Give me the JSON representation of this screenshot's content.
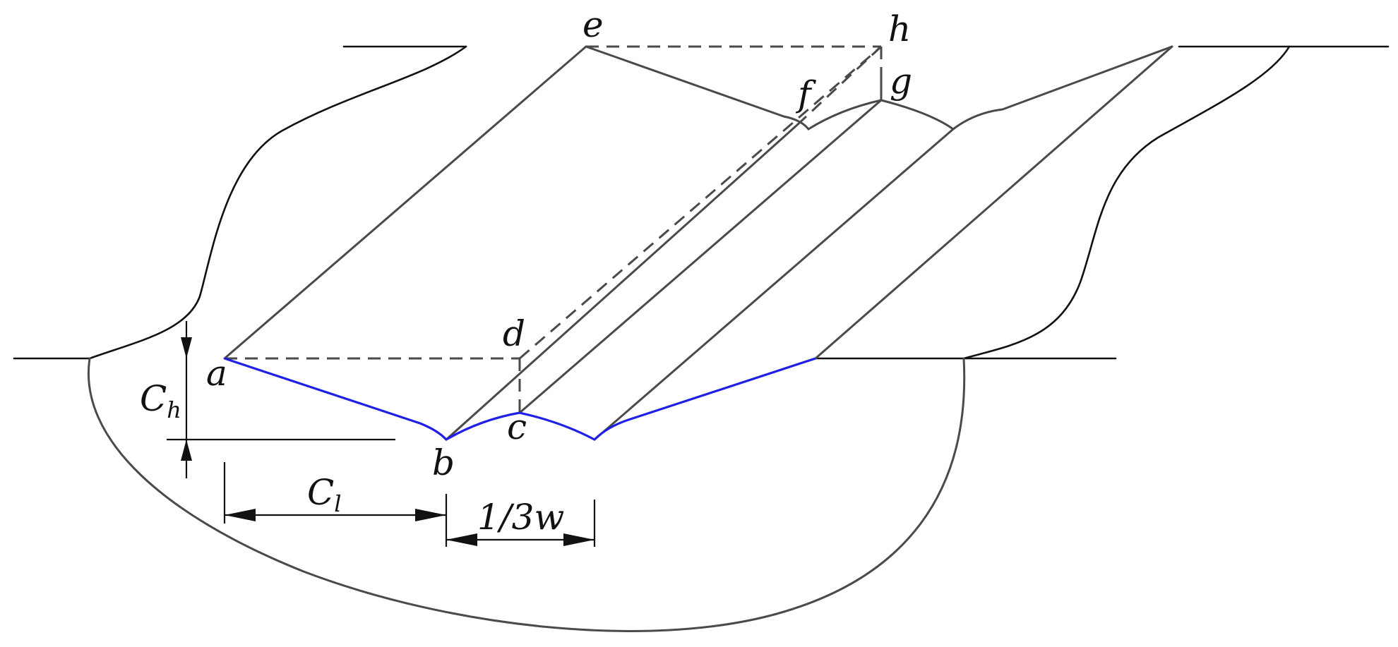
{
  "diagram": {
    "points": {
      "a": "a",
      "b": "b",
      "c": "c",
      "d": "d",
      "e": "e",
      "f": "f",
      "g": "g",
      "h": "h"
    },
    "dimensions": {
      "ch_main": "C",
      "ch_sub": "h",
      "cl_main": "C",
      "cl_sub": "l",
      "width": "1/3w"
    },
    "colors": {
      "outline": "#4a4a4a",
      "ground": "#111111",
      "weld_profile": "#1f1fe8",
      "background": "#ffffff"
    }
  }
}
